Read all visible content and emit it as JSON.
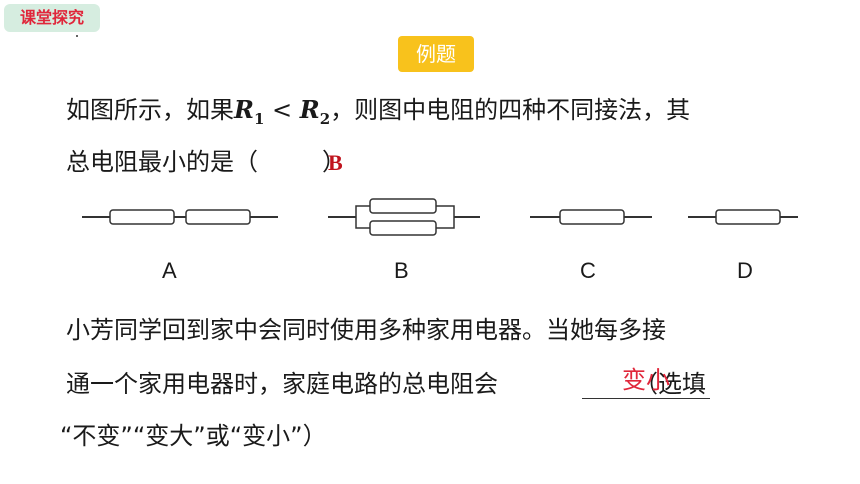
{
  "section_badge": "课堂探究",
  "example_label": "例题",
  "question1": {
    "prefix": "如图所示，如果",
    "r1": "R",
    "r1_sub": "1",
    "op": " < ",
    "r2": "R",
    "r2_sub": "2",
    "suffix": "，则图中电阻的四种不同接法，其",
    "line2_open": "总电阻最小的是（",
    "line2_close": "）",
    "answer": "B"
  },
  "options": [
    "A",
    "B",
    "C",
    "D"
  ],
  "question2": {
    "line1": "小芳同学回到家中会同时使用多种家用电器。当她每多接",
    "line2_pre": "通一个家用电器时，家庭电路的总电阻会",
    "line2_post": "（选填",
    "line3": "“不变”“变大”或“变小”）",
    "answer": "变小"
  },
  "colors": {
    "badge_bg": "#d6ede0",
    "badge_text": "#e0263a",
    "example_bg": "#f8c21c",
    "answer_dark_red": "#c0141e",
    "answer_red": "#e0263a"
  }
}
